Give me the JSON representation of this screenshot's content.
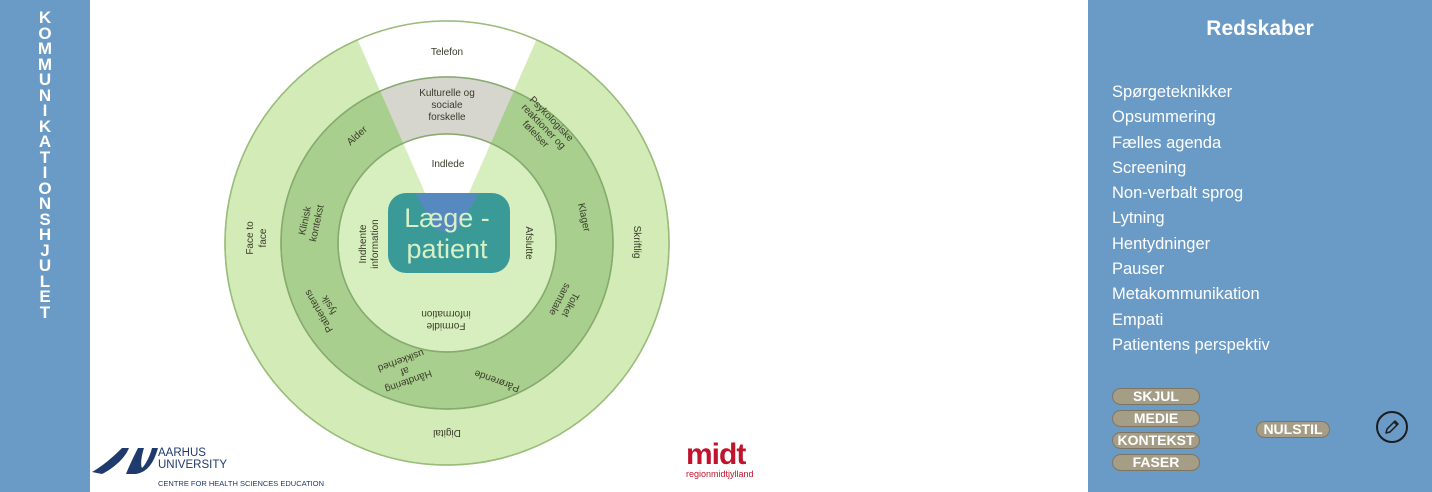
{
  "sidebar": {
    "vertical_title": "KOMMUNIKATIONSHJULET"
  },
  "wheel": {
    "center": {
      "line1": "Læge -",
      "line2": "patient"
    },
    "outer_ring": {
      "telefon": "Telefon",
      "face_to_face": "Face to face",
      "skriftlig": "Skriftlig",
      "digital": "Digital"
    },
    "middle_ring": {
      "kulturelle": [
        "Kulturelle og",
        "sociale",
        "forskelle"
      ],
      "alder": "Alder",
      "psykologiske": [
        "Psykologiske",
        "reaktioner og",
        "følelser"
      ],
      "klinisk": [
        "Klinisk",
        "kontekst"
      ],
      "klager": "Klager",
      "patientens_fysik": [
        "Patientens",
        "fysik"
      ],
      "tolket_samtale": [
        "Tolket",
        "samtale"
      ],
      "handtering": [
        "Håndtering",
        "af",
        "usikkerhed"
      ],
      "parorende": "Pårørende"
    },
    "inner_ring": {
      "indlede": "Indlede",
      "indhente": [
        "Indhente",
        "information"
      ],
      "afslutte": "Afslutte",
      "formidle": [
        "Formidle",
        "information"
      ]
    }
  },
  "logos": {
    "aarhus_line1": "AARHUS",
    "aarhus_line2": "UNIVERSITY",
    "aarhus_line3": "CENTRE FOR HEALTH SCIENCES EDUCATION",
    "midt_word": "midt",
    "midt_sub": "regionmidtjylland"
  },
  "panel": {
    "title": "Redskaber",
    "tools": [
      "Spørgeteknikker",
      "Opsummering",
      "Fælles agenda",
      "Screening",
      "Non-verbalt sprog",
      "Lytning",
      "Hentydninger",
      "Pauser",
      "Metakommunikation",
      "Empati",
      "Patientens perspektiv"
    ],
    "buttons": {
      "skjul": "SKJUL",
      "medie": "MEDIE",
      "kontekst": "KONTEKST",
      "faser": "FASER",
      "nulstil": "NULSTIL"
    }
  },
  "colors": {
    "sidebar_bg": "#6a9ac6",
    "outer_ring": "#d3ebb6",
    "middle_ring": "#a8cf8e",
    "inner_ring": "#d7efbe",
    "center_box": "#3a9a98",
    "pill_bg": "#a59d85",
    "midt_red": "#c0142d"
  },
  "icons": {
    "edit": "pencil-icon"
  }
}
